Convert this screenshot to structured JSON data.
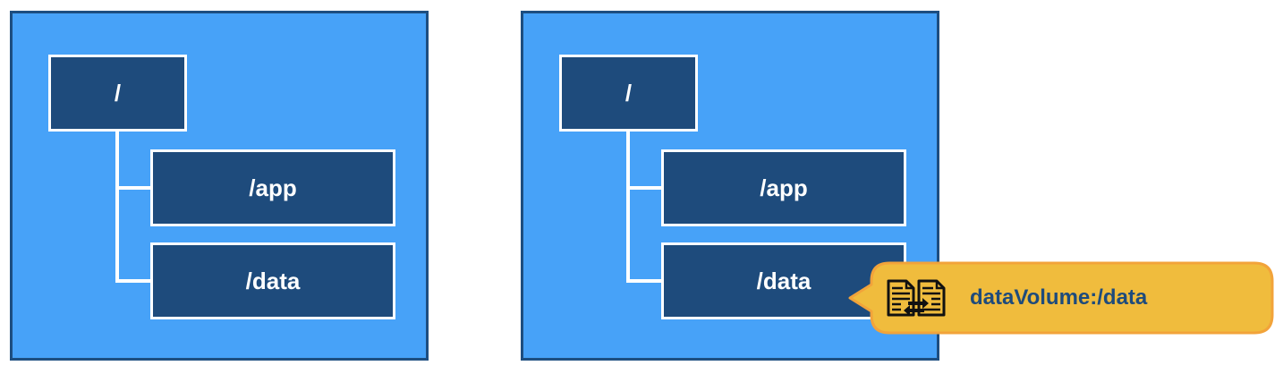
{
  "diagrams": [
    {
      "id": "left",
      "root_label": "/",
      "children": [
        {
          "label": "/app"
        },
        {
          "label": "/data"
        }
      ]
    },
    {
      "id": "right",
      "root_label": "/",
      "children": [
        {
          "label": "/app"
        },
        {
          "label": "/data"
        }
      ]
    }
  ],
  "callout": {
    "label": "dataVolume:/data",
    "icon": "volume-mount-icon"
  },
  "colors": {
    "panel_fill": "#47a2f8",
    "panel_border": "#1d4e80",
    "node_fill": "#1e4b7c",
    "node_border": "#ffffff",
    "callout_fill": "#f0bc3d",
    "callout_border": "#f2a33a",
    "callout_text": "#1e4b7c"
  }
}
